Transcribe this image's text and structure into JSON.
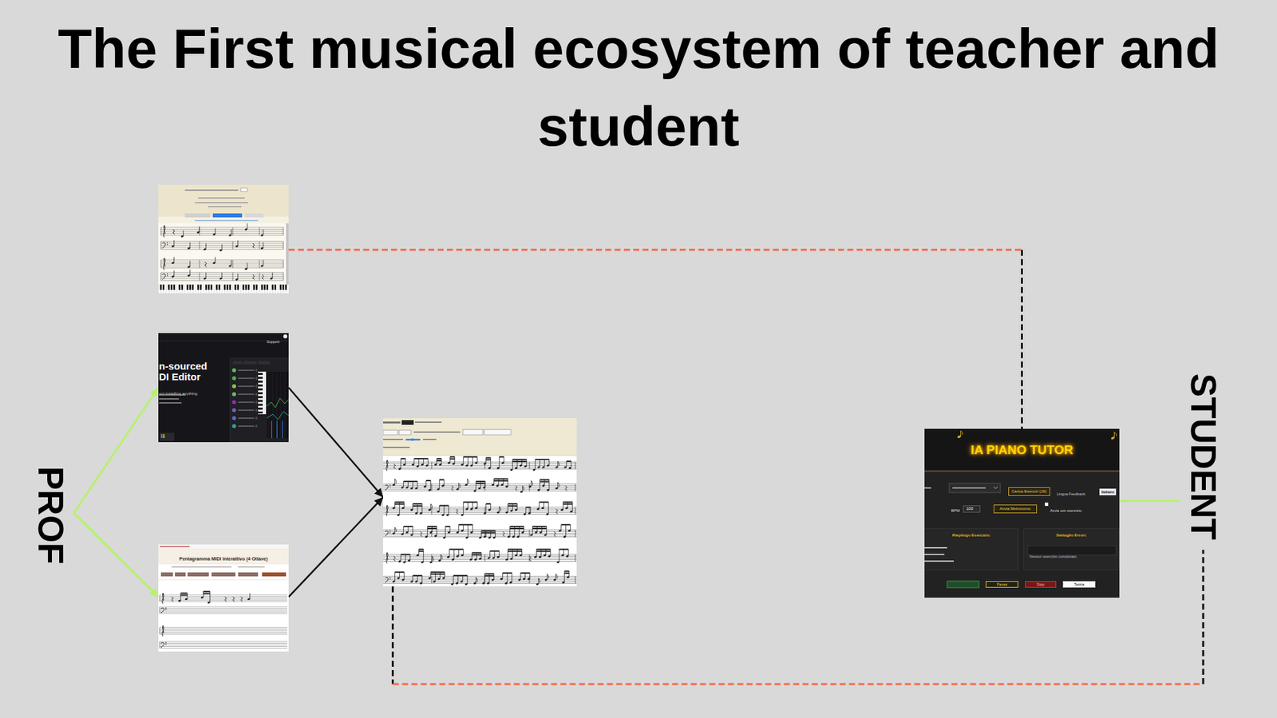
{
  "diagram": {
    "title": "The First musical ecosystem of teacher and student",
    "nodes": [
      {
        "text": [
          "PROF"
        ]
      },
      {
        "text": []
      },
      {
        "text": [
          "Support",
          "n-sourced",
          "DI Editor",
          "out installing anything"
        ]
      },
      {
        "text": [
          "Pentagramma MIDI Interattivo (4 Ottave)"
        ]
      },
      {
        "text": []
      },
      {
        "text": [
          "IA PIANO TUTOR",
          "Carica Esercizi (JS)",
          "Lingua Feedback:",
          "Italiano",
          "BPM",
          "100",
          "Avvia Metronomo",
          "Avvia con esercizio",
          "Riepilogo Esercizio:",
          "Dettaglio Errori:",
          "Nessun esercizio completato.",
          "Pausa",
          "Stop",
          "Teoria"
        ]
      },
      {
        "text": [
          "STUDENT"
        ]
      }
    ],
    "edges": [
      {
        "from": 0,
        "to": 2,
        "arrow": "to"
      },
      {
        "from": 0,
        "to": 3,
        "arrow": "to"
      },
      {
        "from": 2,
        "to": 4,
        "arrow": "to"
      },
      {
        "from": 3,
        "to": 4,
        "arrow": "to"
      },
      {
        "from": 1,
        "to": 5,
        "arrow": "none"
      },
      {
        "from": 5,
        "to": 6,
        "arrow": "none"
      },
      {
        "from": 4,
        "to": 6,
        "arrow": "none"
      }
    ]
  }
}
